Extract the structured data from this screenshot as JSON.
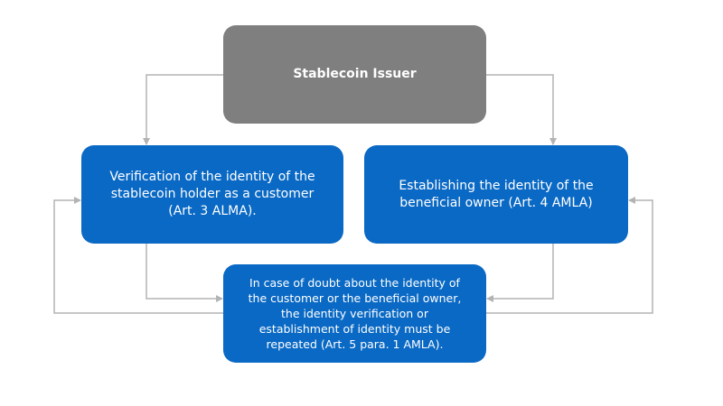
{
  "nodes": {
    "issuer": "Stablecoin Issuer",
    "verify": "Verification of the identity of the\nstablecoin holder as a customer\n(Art. 3 ALMA).",
    "establish": "Establishing the identity of the\nbeneficial owner (Art. 4 AMLA)",
    "doubt": "In case of doubt about the identity of\nthe customer or the beneficial owner,\nthe identity verification or\nestablishment of identity must be\nrepeated (Art. 5 para. 1 AMLA)."
  },
  "colors": {
    "issuer": "#7f7f7f",
    "process": "#0a69c4",
    "connector": "#b3b3b3"
  }
}
